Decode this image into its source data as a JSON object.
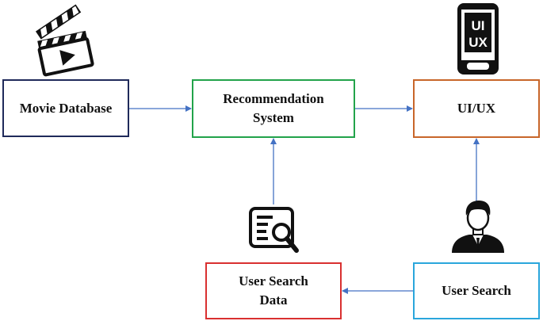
{
  "nodes": {
    "movie_database": {
      "label": "Movie Database",
      "border_color": "#1f2a5a",
      "icon": "clapperboard-icon"
    },
    "recommendation_system": {
      "label": "Recommendation\nSystem",
      "border_color": "#22a34a"
    },
    "ui_ux": {
      "label": "UI/UX",
      "border_color": "#c8662a",
      "icon": "smartphone-icon",
      "icon_text_line1": "UI",
      "icon_text_line2": "UX"
    },
    "user_search_data": {
      "label": "User Search\nData",
      "border_color": "#d93030",
      "icon": "document-search-icon"
    },
    "user_search": {
      "label": "User Search",
      "border_color": "#2aa6dc",
      "icon": "user-icon"
    }
  },
  "edges": [
    {
      "from": "movie_database",
      "to": "recommendation_system"
    },
    {
      "from": "recommendation_system",
      "to": "ui_ux"
    },
    {
      "from": "user_search_data",
      "to": "recommendation_system"
    },
    {
      "from": "user_search",
      "to": "ui_ux"
    },
    {
      "from": "user_search",
      "to": "user_search_data"
    }
  ],
  "colors": {
    "arrow": "#4472c4"
  }
}
